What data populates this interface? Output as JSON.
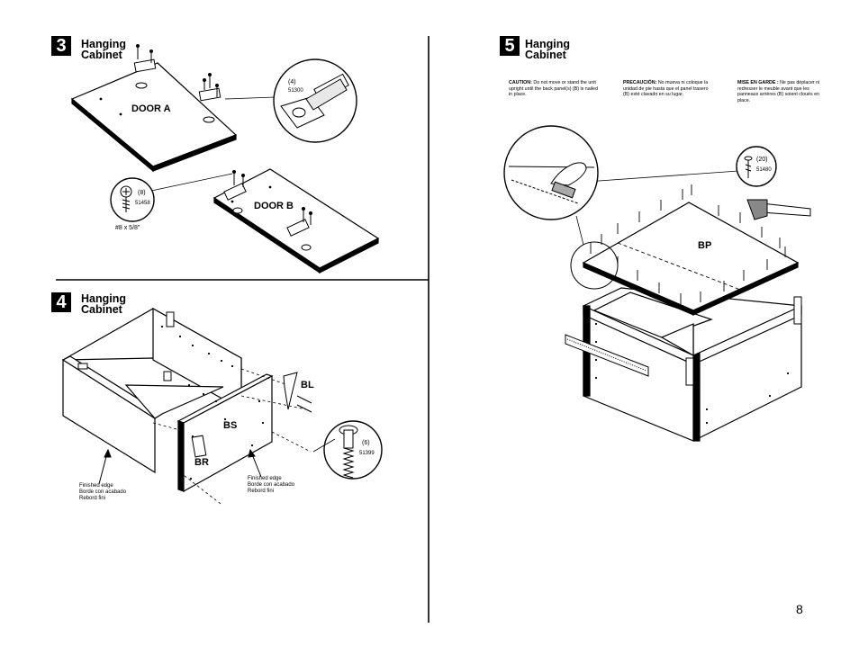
{
  "page_number": "8",
  "steps": [
    {
      "number": "3",
      "title_line1": "Hanging",
      "title_line2": "Cabinet"
    },
    {
      "number": "4",
      "title_line1": "Hanging",
      "title_line2": "Cabinet"
    },
    {
      "number": "5",
      "title_line1": "Hanging",
      "title_line2": "Cabinet"
    }
  ],
  "step3": {
    "door_a": "DOOR A",
    "door_b": "DOOR B",
    "hinge_qty": "(4)",
    "hinge_part": "51300",
    "screw_qty": "(8)",
    "screw_part": "51458",
    "screw_size": "#8 x 5/8\""
  },
  "step4": {
    "bl": "BL",
    "bs": "BS",
    "br": "BR",
    "cam_qty": "(6)",
    "cam_part": "51399",
    "finished_left": [
      "Finished edge",
      "Borde con acabado",
      "Rebord fini"
    ],
    "finished_right": [
      "Finished edge",
      "Borde con acabado",
      "Rebord fini"
    ]
  },
  "step5": {
    "bp": "BP",
    "nail_qty": "(20)",
    "nail_part": "51480",
    "caution_en_label": "CAUTION:",
    "caution_en_text": "Do not move or stand the unit upright until the back panel(s) (B) is nailed in place.",
    "caution_es_label": "PRECAUCIÓN:",
    "caution_es_text": "No mueva ni coloque la unidad de pie hasta que el panel trasero (B) esté clavado en su lugar.",
    "caution_fr_label": "MISE EN GARDE :",
    "caution_fr_text": "Ne pas déplacer ni redresser le meuble avant que les panneaux arrières (B) soient cloués en place."
  }
}
